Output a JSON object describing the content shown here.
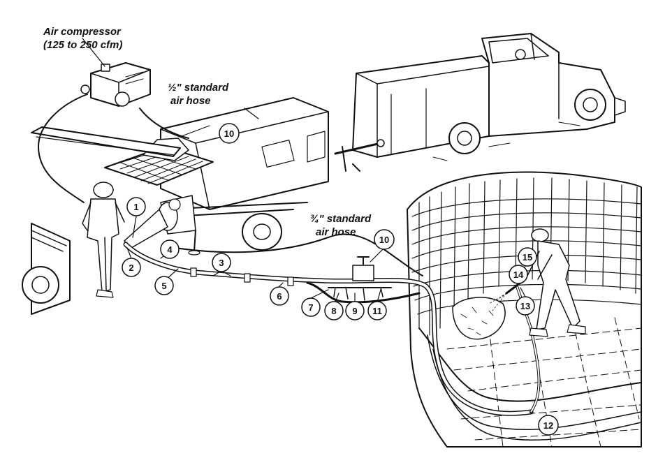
{
  "labels": {
    "air_compressor_line1": "Air compressor",
    "air_compressor_line2": "(125 to 250 cfm)",
    "half_hose_line1": "½\" standard",
    "half_hose_line2": "air hose",
    "three_quarter_hose_line1": "¾\" standard",
    "three_quarter_hose_line2": "air hose"
  },
  "callouts": [
    "1",
    "2",
    "3",
    "4",
    "5",
    "6",
    "7",
    "8",
    "9",
    "10",
    "10",
    "11",
    "12",
    "13",
    "14",
    "15"
  ]
}
